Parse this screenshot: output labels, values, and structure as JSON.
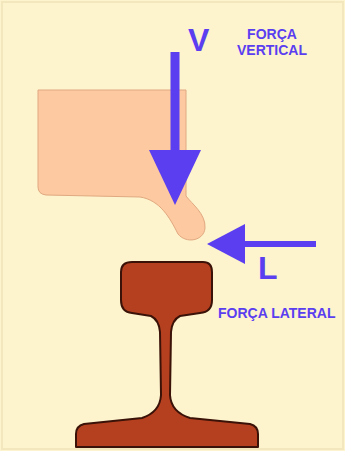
{
  "diagram": {
    "labels": [
      "V",
      "FORÇA VERTICAL",
      "L",
      "FORÇA LATERAL"
    ]
  }
}
